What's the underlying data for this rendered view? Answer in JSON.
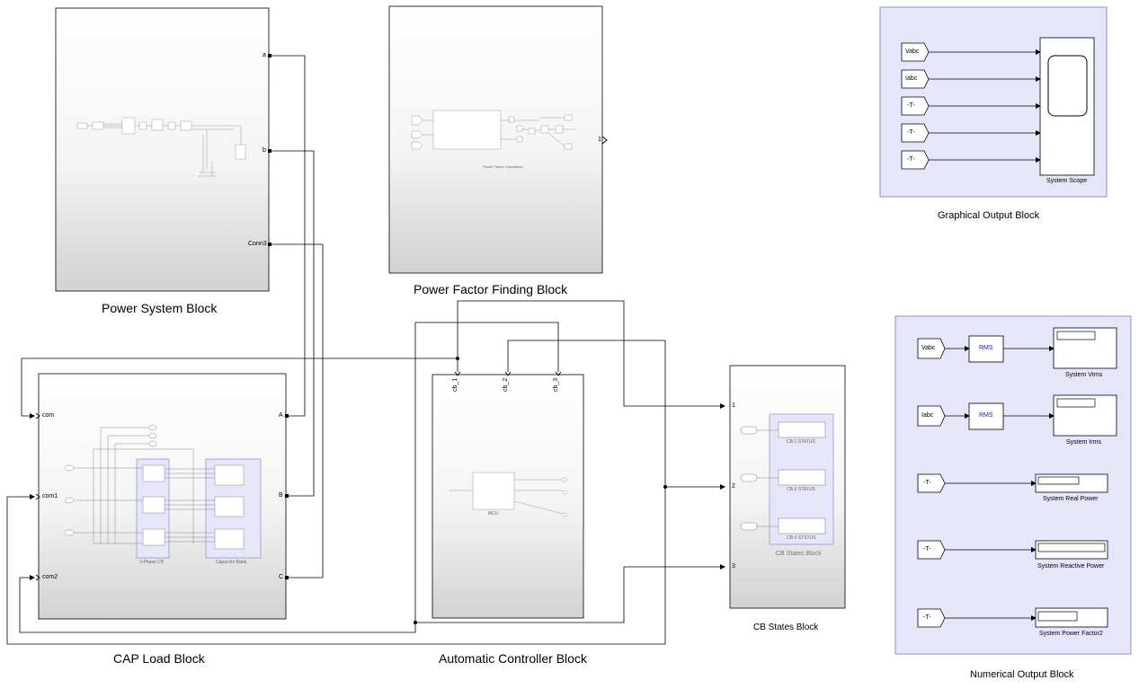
{
  "blocks": {
    "power_system": {
      "title": "Power System Block",
      "ports": [
        "a",
        "b",
        "Conn3"
      ]
    },
    "power_factor": {
      "title": "Power Factor Finding Block",
      "port_out": "1",
      "inner_caption": "Power Factor Calculation"
    },
    "cap_load": {
      "title": "CAP Load Block",
      "ports_left": [
        "com",
        "com1",
        "com2"
      ],
      "ports_right": [
        "A",
        "B",
        "C"
      ],
      "sub_cb": "3-Phase CB",
      "sub_bank": "Capacitor Bank"
    },
    "controller": {
      "title": "Automatic Controller Block",
      "ports_top": [
        "cb_1",
        "cb_2",
        "cb_3"
      ],
      "inner_caption": "MCU"
    },
    "cb_states": {
      "title": "CB States Block",
      "ports_left": [
        "1",
        "2",
        "3"
      ],
      "status_labels": [
        "CB-1 STATUS",
        "CB-2 STATUS",
        "CB-3 STSTUS"
      ],
      "inner_title": "CB States Block"
    },
    "graphical_output": {
      "title": "Graphical Output Block",
      "inputs": [
        "Vabc",
        "Iabc",
        "-T-",
        "-T-",
        "-T-"
      ],
      "scope_label": "System Scope"
    },
    "numerical_output": {
      "title": "Numerical Output Block",
      "rows": [
        {
          "input": "Vabc",
          "op": "RMS",
          "display": "System Vrms"
        },
        {
          "input": "Iabc",
          "op": "RMS",
          "display": "System Irms"
        },
        {
          "input": "-T-",
          "op": "",
          "display": "System Real Power"
        },
        {
          "input": "-T-",
          "op": "",
          "display": "System Reactive Power"
        },
        {
          "input": "-T-",
          "op": "",
          "display": "System Power Factor2"
        }
      ]
    }
  },
  "colors": {
    "subsystem_top": "#ffffff",
    "subsystem_bottom": "#d4d4d4",
    "area_fill": "#e6e6fa",
    "area_border": "#8c8cc8",
    "rms_text": "#1a1aa6"
  }
}
